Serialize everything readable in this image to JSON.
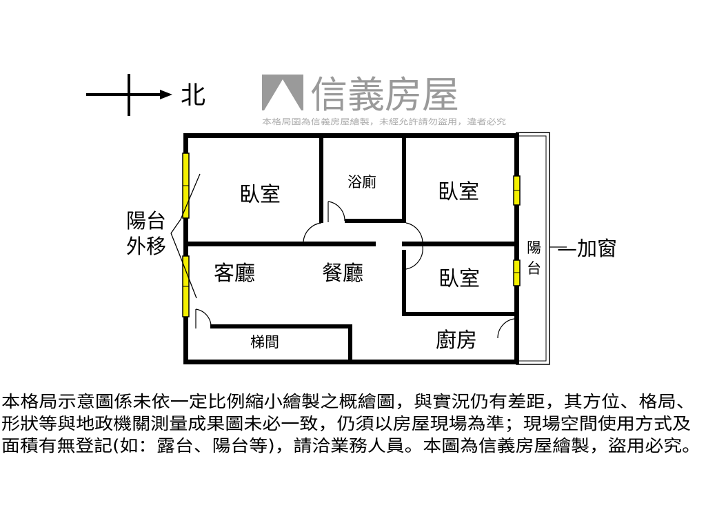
{
  "compass": {
    "label": "北",
    "icon": "north-arrow-icon"
  },
  "rooms": {
    "bedroom_nw": "臥室",
    "bathroom": "浴廁",
    "bedroom_ne": "臥室",
    "living_room": "客廳",
    "dining_room": "餐廳",
    "bedroom_e": "臥室",
    "stairwell": "梯間",
    "kitchen": "廚房",
    "balcony_line1": "陽",
    "balcony_line2": "台"
  },
  "annotations": {
    "balcony_moved_line1": "陽台",
    "balcony_moved_line2": "外移",
    "add_window": "—加窗"
  },
  "watermark": {
    "logo_text": "信義房屋",
    "notice": "本格局圖為信義房屋繪製，未經允許請勿盜用，違者必究"
  },
  "disclaimer": [
    "本格局示意圖係未依一定比例縮小繪製之概繪圖，與實況仍有差距，其方位、格局、",
    "形狀等與地政機關測量成果圖未必一致，仍須以房屋現場為準；現場空間使用方式及",
    "面積有無登記(如：露台、陽台等)，請洽業務人員。本圖為信義房屋繪製，盜用必究。"
  ],
  "colors": {
    "wall": "#000000",
    "window": "#f4f000",
    "watermark": "#9a9a9a"
  }
}
